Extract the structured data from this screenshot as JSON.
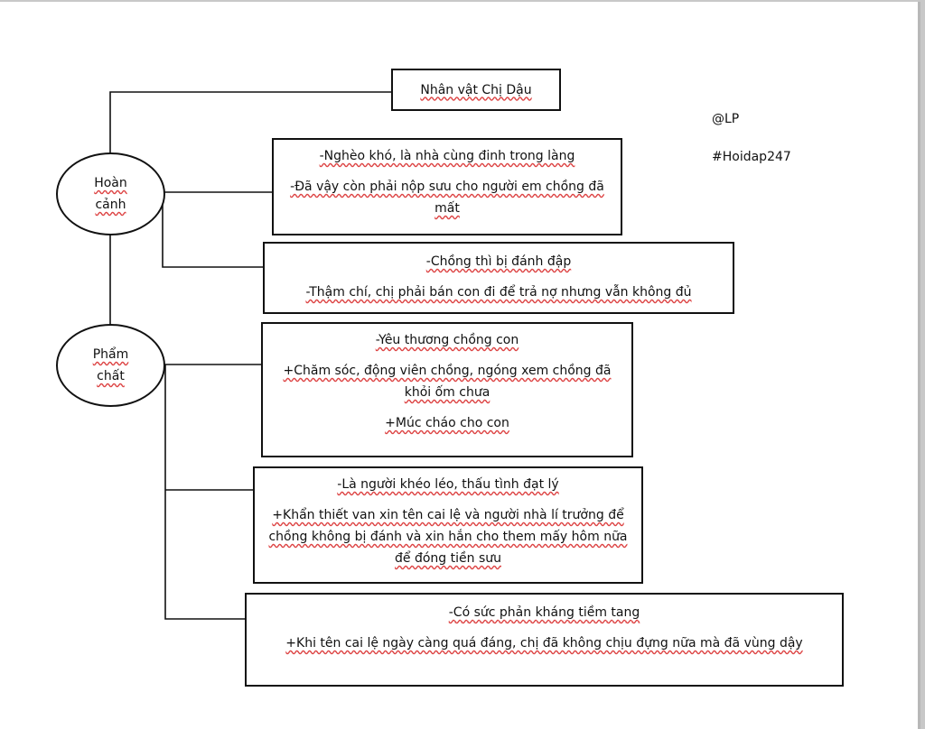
{
  "nodes": {
    "title": "Nhân vật Chị Dậu",
    "hoan_canh": [
      "Hoàn",
      "cảnh"
    ],
    "pham_chat": [
      "Phẩm",
      "chất"
    ]
  },
  "watermark": {
    "author": "@LP",
    "tag": "#Hoidap247"
  },
  "boxes": {
    "b1": {
      "line1": "-Nghèo khó, là nhà cùng đinh trong làng",
      "line2": "-Đã vậy còn phải nộp sưu cho người em chồng đã mất"
    },
    "b2": {
      "line1": "-Chồng thì bị đánh đập",
      "line2": "-Thậm chí, chị phải bán con đi để trả nợ nhưng vẫn không đủ"
    },
    "b3": {
      "line1": "-Yêu thương chồng con",
      "line2": "+Chăm sóc, động viên chồng, ngóng xem chồng đã khỏi ốm chưa",
      "line3": "+Múc cháo cho con"
    },
    "b4": {
      "line1": "-Là người khéo léo, thấu tình đạt lý",
      "line2": "+Khẩn thiết van xin tên cai lệ và người nhà lí trưởng để chồng không bị đánh và xin hắn cho them mấy hôm nữa để đóng tiền sưu"
    },
    "b5": {
      "line1": "-Có sức phản kháng tiềm tang",
      "line2": "+Khi tên cai lệ ngày càng quá đáng, chị đã không chịu đựng nữa mà đã vùng dậy"
    }
  }
}
